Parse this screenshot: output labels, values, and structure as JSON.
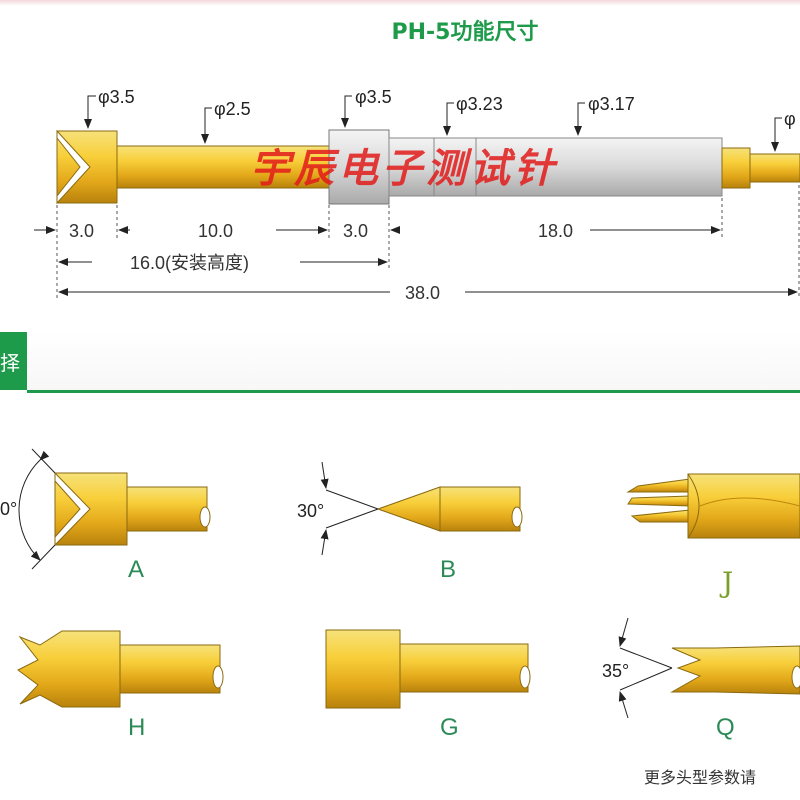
{
  "title": "PH-5功能尺寸",
  "watermark": "宇辰电子测试针",
  "dimensions": {
    "diameters": [
      "φ3.5",
      "φ2.5",
      "φ3.5",
      "φ3.23",
      "φ3.17",
      "φ"
    ],
    "lengths": [
      "3.0",
      "10.0",
      "3.0",
      "18.0"
    ],
    "install_height": "16.0(安装高度)",
    "total_length": "38.0"
  },
  "section_tab": "择",
  "tips": [
    {
      "letter": "A",
      "angle": "0°"
    },
    {
      "letter": "B",
      "angle": "30°"
    },
    {
      "letter": "J",
      "angle": ""
    },
    {
      "letter": "H",
      "angle": ""
    },
    {
      "letter": "G",
      "angle": ""
    },
    {
      "letter": "Q",
      "angle": "35°"
    }
  ],
  "footer_note": "更多头型参数请",
  "colors": {
    "gold_light": "#f8d84a",
    "gold_dark": "#c98f0a",
    "silver": "#d8d8d8",
    "green": "#1e9b4a"
  }
}
